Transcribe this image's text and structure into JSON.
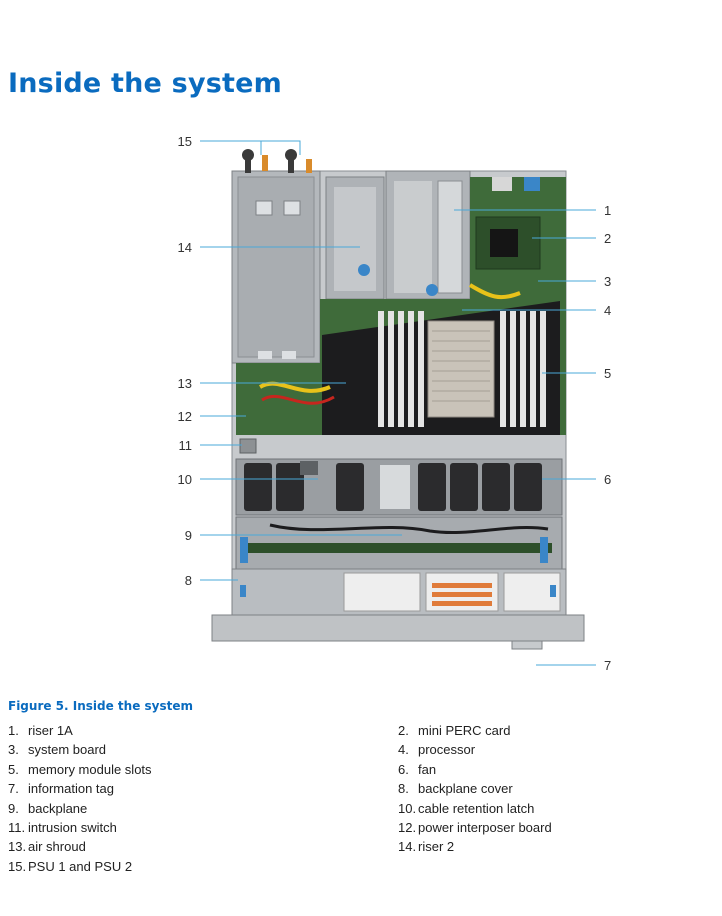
{
  "page": {
    "title": "Inside the system"
  },
  "figure": {
    "caption": "Figure 5. Inside the system",
    "callouts": [
      {
        "num": "1"
      },
      {
        "num": "2"
      },
      {
        "num": "3"
      },
      {
        "num": "4"
      },
      {
        "num": "5"
      },
      {
        "num": "6"
      },
      {
        "num": "7"
      },
      {
        "num": "8"
      },
      {
        "num": "9"
      },
      {
        "num": "10"
      },
      {
        "num": "11"
      },
      {
        "num": "12"
      },
      {
        "num": "13"
      },
      {
        "num": "14"
      },
      {
        "num": "15"
      }
    ]
  },
  "legend": {
    "items": [
      {
        "num": "1.",
        "label": "riser 1A"
      },
      {
        "num": "2.",
        "label": "mini PERC card"
      },
      {
        "num": "3.",
        "label": "system board"
      },
      {
        "num": "4.",
        "label": "processor"
      },
      {
        "num": "5.",
        "label": "memory module slots"
      },
      {
        "num": "6.",
        "label": "fan"
      },
      {
        "num": "7.",
        "label": "information tag"
      },
      {
        "num": "8.",
        "label": "backplane cover"
      },
      {
        "num": "9.",
        "label": "backplane"
      },
      {
        "num": "10.",
        "label": "cable retention latch"
      },
      {
        "num": "11.",
        "label": "intrusion switch"
      },
      {
        "num": "12.",
        "label": "power interposer board"
      },
      {
        "num": "13.",
        "label": "air shroud"
      },
      {
        "num": "14.",
        "label": "riser 2"
      },
      {
        "num": "15.",
        "label": "PSU 1 and PSU 2"
      }
    ]
  },
  "colors": {
    "accent": "#0a6bbf",
    "callout_line": "#4aa8d8",
    "board_green": "#3f6b3a",
    "chassis_gray": "#b8bcc0"
  }
}
